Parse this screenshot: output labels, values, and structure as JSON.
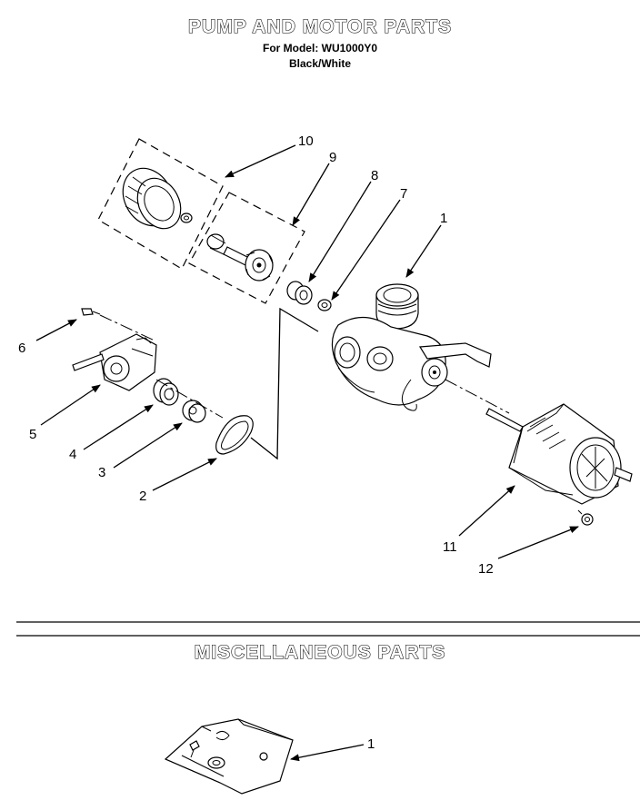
{
  "header": {
    "title": "PUMP AND MOTOR PARTS",
    "model_line": "For Model: WU1000Y0",
    "color_line": "Black/White"
  },
  "misc": {
    "title": "MISCELLANEOUS PARTS"
  },
  "callouts": {
    "c1": "1",
    "c2": "2",
    "c3": "3",
    "c4": "4",
    "c5": "5",
    "c6": "6",
    "c7": "7",
    "c8": "8",
    "c9": "9",
    "c10": "10",
    "c11": "11",
    "c12": "12",
    "misc1": "1"
  }
}
